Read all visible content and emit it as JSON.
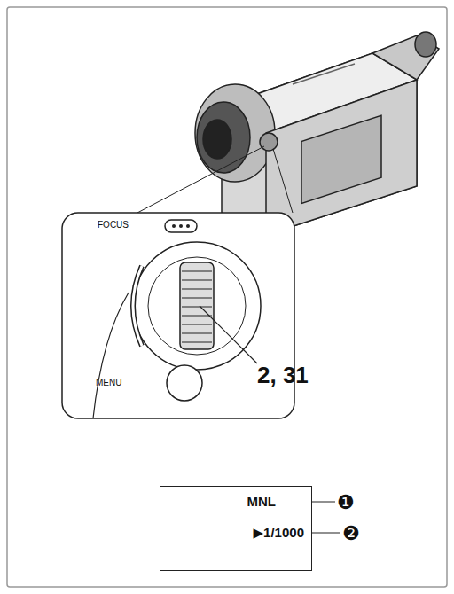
{
  "diagram": {
    "nodes": [
      {
        "text": [
          "MNL",
          "▶1/1000"
        ]
      }
    ],
    "labels": [
      "FOCUS",
      "MENU",
      "2, 31",
      "❶",
      "❷"
    ]
  }
}
